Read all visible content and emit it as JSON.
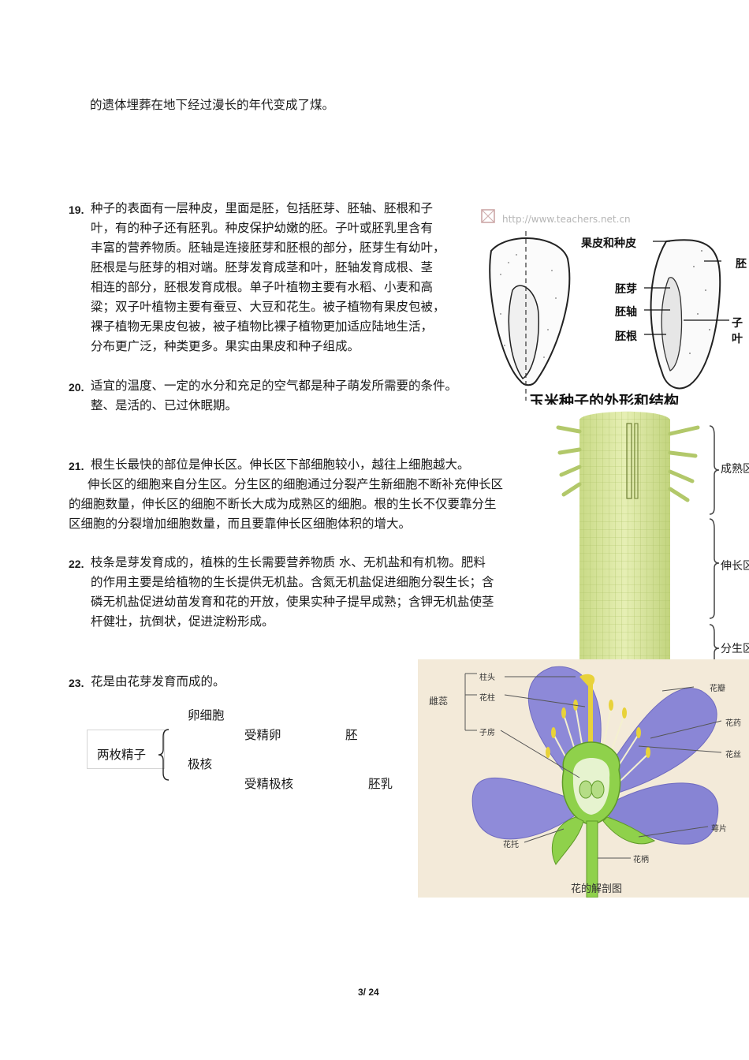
{
  "top_line": "的遗体埋葬在地下经过漫长的年代变成了煤。",
  "q19": {
    "number": "19.",
    "lines": [
      "种子的表面有一层种皮，里面是胚，包括胚芽、胚轴、胚根和子",
      "叶，有的种子还有胚乳。种皮保护幼嫩的胚。子叶或胚乳里含有",
      "丰富的营养物质。胚轴是连接胚芽和胚根的部分，胚芽生有幼叶，",
      "胚根是与胚芽的相对端。胚芽发育成茎和叶，胚轴发育成根、茎",
      "相连的部分，胚根发育成根。单子叶植物主要有水稻、小麦和高",
      "粱；双子叶植物主要有蚕豆、大豆和花生。被子植物有果皮包被，",
      "裸子植物无果皮包被，被子植物比裸子植物更加适应陆地生活，",
      "分布更广泛，种类更多。果实由果皮和种子组成。"
    ]
  },
  "q20": {
    "number": "20.",
    "lines": [
      "适宜的温度、一定的水分和充足的空气都是种子萌发所需要的条件。",
      "整、是活的、已过休眠期。"
    ]
  },
  "q21": {
    "number": "21.",
    "lines": [
      "根生长最快的部位是伸长区。伸长区下部细胞较小，越往上细胞越大。",
      "伸长区的细胞来自分生区。分生区的细胞通过分裂产生新细胞不断补充伸长区",
      "的细胞数量，伸长区的细胞不断长大成为成熟区的细胞。根的生长不仅要靠分生",
      "区细胞的分裂增加细胞数量，而且要靠伸长区细胞体积的增大。"
    ]
  },
  "q22": {
    "number": "22.",
    "lines": [
      "枝条是芽发育成的，植株的生长需要营养物质   水、无机盐和有机物。肥料",
      "的作用主要是给植物的生长提供无机盐。含氮无机盐促进细胞分裂生长；含",
      "磷无机盐促进幼苗发育和花的开放，使果实种子提早成熟；含钾无机盐使茎",
      "杆健壮，抗倒状，促进淀粉形成。"
    ]
  },
  "q23": {
    "number": "23.",
    "text": "花是由花芽发育而成的。",
    "diagram": {
      "source": "两枚精子",
      "target1": "卵细胞",
      "target2": "极核",
      "result1": "受精卵",
      "result2": "受精极核",
      "product1": "胚",
      "product2": "胚乳"
    }
  },
  "seed_figure": {
    "watermark": "http://www.teachers.net.cn",
    "labels": {
      "pericarp": "果皮和种皮",
      "endosperm": "胚",
      "plumule": "胚芽",
      "hypocotyl": "胚轴",
      "radicle": "胚根",
      "cotyledon": "子叶"
    },
    "caption_partial": "玉米种子的外形和结构"
  },
  "root_figure": {
    "labels": {
      "maturation": "成熟区",
      "elongation": "伸长区",
      "meristem": "分生区"
    }
  },
  "flower_figure": {
    "labels": {
      "pistil": "雌蕊",
      "stigma": "柱头",
      "style": "花柱",
      "ovary": "子房",
      "petal": "花瓣",
      "anther": "花药",
      "filament": "花丝",
      "sepal": "萼片",
      "receptacle": "花托",
      "pedicel": "花柄"
    },
    "caption": "花的解剖图",
    "colors": {
      "petal": "#8a86d6",
      "green": "#7fbf3a",
      "stamen": "#e8d23a",
      "bg": "#f3ead9"
    }
  },
  "footer": {
    "page": "3/ 24"
  }
}
